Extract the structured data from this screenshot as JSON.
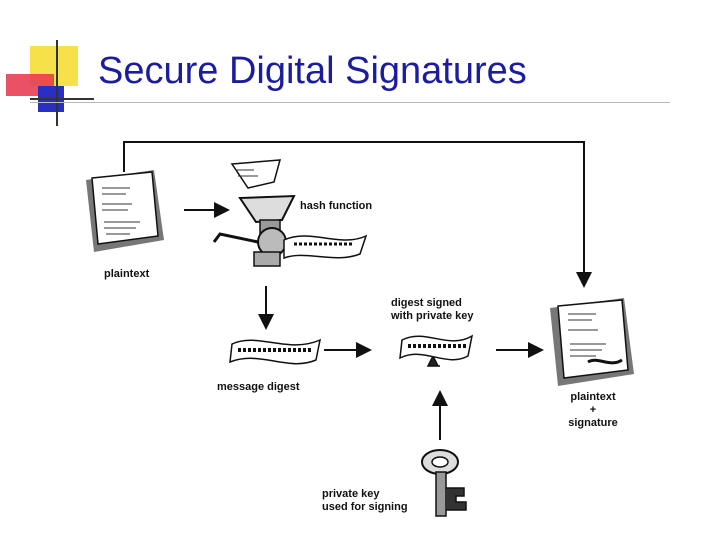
{
  "slide": {
    "title": "Secure Digital Signatures"
  },
  "labels": {
    "plaintext": "plaintext",
    "hash_function": "hash function",
    "message_digest": "message digest",
    "digest_signed": "digest signed\nwith private key",
    "plaintext_signature": "plaintext\n+\nsignature",
    "private_key": "private key\nused for signing"
  },
  "colors": {
    "title": "#1c1c9e",
    "deco_yellow": "#f7e14a",
    "deco_red": "#e8324a",
    "deco_blue": "#2a2fc4",
    "arrow": "#111111"
  },
  "icons": {
    "document": "document-icon",
    "meat_grinder": "meat-grinder-icon",
    "digest_ribbon": "digest-ribbon-icon",
    "key": "key-icon"
  }
}
